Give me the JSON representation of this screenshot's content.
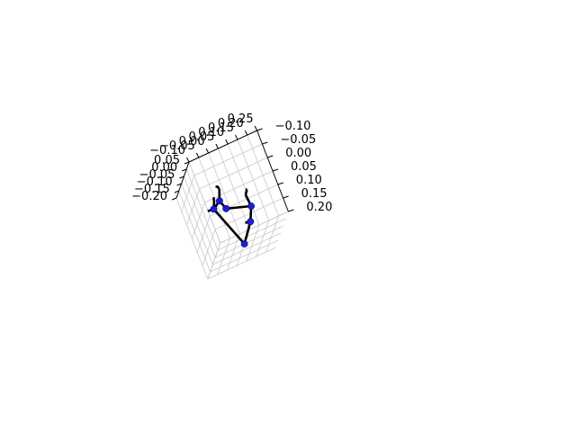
{
  "chart_data": {
    "type": "scatter",
    "projection": "3d",
    "title": "",
    "grid": true,
    "axes": {
      "x": {
        "label": "",
        "range": [
          -0.1,
          0.25
        ],
        "ticks": [
          "−0.10",
          "−0.05",
          "0.00",
          "0.05",
          "0.10",
          "0.15",
          "0.20",
          "0.25"
        ]
      },
      "y": {
        "label": "",
        "range": [
          -0.1,
          0.2
        ],
        "ticks": [
          "−0.10",
          "−0.05",
          "0.00",
          "0.05",
          "0.10",
          "0.15",
          "0.20"
        ]
      },
      "z": {
        "label": "",
        "range": [
          -0.2,
          0.05
        ],
        "ticks": [
          "−0.20",
          "−0.15",
          "−0.10",
          "−0.05",
          "0.00",
          "0.05"
        ]
      }
    },
    "series": [
      {
        "kind": "joints",
        "marker_color": "#1f1fcf",
        "points": [
          {
            "x": 0.05,
            "y": -0.1,
            "z": -0.05
          },
          {
            "x": 0.1,
            "y": -0.05,
            "z": -0.02
          },
          {
            "x": 0.12,
            "y": -0.01,
            "z": 0.0
          },
          {
            "x": 0.02,
            "y": 0.03,
            "z": -0.03
          },
          {
            "x": 0.0,
            "y": 0.06,
            "z": -0.02
          },
          {
            "x": -0.03,
            "y": 0.05,
            "z": -0.04
          }
        ]
      },
      {
        "kind": "bones",
        "line_color": "#000000",
        "segments": [
          {
            "from": {
              "x": 0.05,
              "y": -0.1,
              "z": -0.05
            },
            "to": {
              "x": -0.03,
              "y": 0.05,
              "z": -0.04
            }
          },
          {
            "from": {
              "x": 0.05,
              "y": -0.1,
              "z": -0.05
            },
            "to": {
              "x": 0.1,
              "y": -0.05,
              "z": -0.02
            }
          },
          {
            "from": {
              "x": 0.1,
              "y": -0.05,
              "z": -0.02
            },
            "to": {
              "x": 0.07,
              "y": -0.05,
              "z": -0.01
            }
          },
          {
            "from": {
              "x": 0.1,
              "y": -0.05,
              "z": -0.02
            },
            "to": {
              "x": 0.12,
              "y": -0.01,
              "z": 0.0
            }
          },
          {
            "from": {
              "x": 0.12,
              "y": -0.01,
              "z": 0.0
            },
            "to": {
              "x": 0.02,
              "y": 0.03,
              "z": -0.03
            }
          },
          {
            "from": {
              "x": 0.12,
              "y": -0.01,
              "z": 0.0
            },
            "to": {
              "x": 0.11,
              "y": 0.03,
              "z": 0.01
            }
          },
          {
            "from": {
              "x": 0.11,
              "y": 0.03,
              "z": 0.01
            },
            "to": {
              "x": 0.12,
              "y": 0.04,
              "z": 0.02
            }
          },
          {
            "from": {
              "x": 0.12,
              "y": 0.04,
              "z": 0.02
            },
            "to": {
              "x": 0.11,
              "y": 0.04,
              "z": 0.03
            }
          },
          {
            "from": {
              "x": 0.02,
              "y": 0.03,
              "z": -0.03
            },
            "to": {
              "x": 0.0,
              "y": 0.06,
              "z": -0.02
            }
          },
          {
            "from": {
              "x": 0.0,
              "y": 0.06,
              "z": -0.02
            },
            "to": {
              "x": 0.01,
              "y": 0.09,
              "z": 0.0
            }
          },
          {
            "from": {
              "x": 0.01,
              "y": 0.09,
              "z": 0.0
            },
            "to": {
              "x": 0.0,
              "y": 0.1,
              "z": 0.01
            }
          },
          {
            "from": {
              "x": 0.0,
              "y": 0.1,
              "z": 0.01
            },
            "to": {
              "x": -0.01,
              "y": 0.09,
              "z": 0.02
            }
          },
          {
            "from": {
              "x": 0.0,
              "y": 0.06,
              "z": -0.02
            },
            "to": {
              "x": -0.03,
              "y": 0.05,
              "z": -0.04
            }
          },
          {
            "from": {
              "x": -0.03,
              "y": 0.05,
              "z": -0.04
            },
            "to": {
              "x": -0.02,
              "y": 0.07,
              "z": -0.03
            }
          },
          {
            "from": {
              "x": -0.02,
              "y": 0.07,
              "z": -0.03
            },
            "to": {
              "x": -0.02,
              "y": 0.08,
              "z": -0.02
            }
          },
          {
            "from": {
              "x": -0.03,
              "y": 0.05,
              "z": -0.04
            },
            "to": {
              "x": -0.05,
              "y": 0.06,
              "z": -0.06
            }
          }
        ]
      }
    ],
    "colors": {
      "background": "#ffffff",
      "pane_top": "#f2f2f2",
      "pane_side": "#f2f2f2",
      "grid": "#c8c8c8",
      "axis_line": "#000000"
    }
  }
}
